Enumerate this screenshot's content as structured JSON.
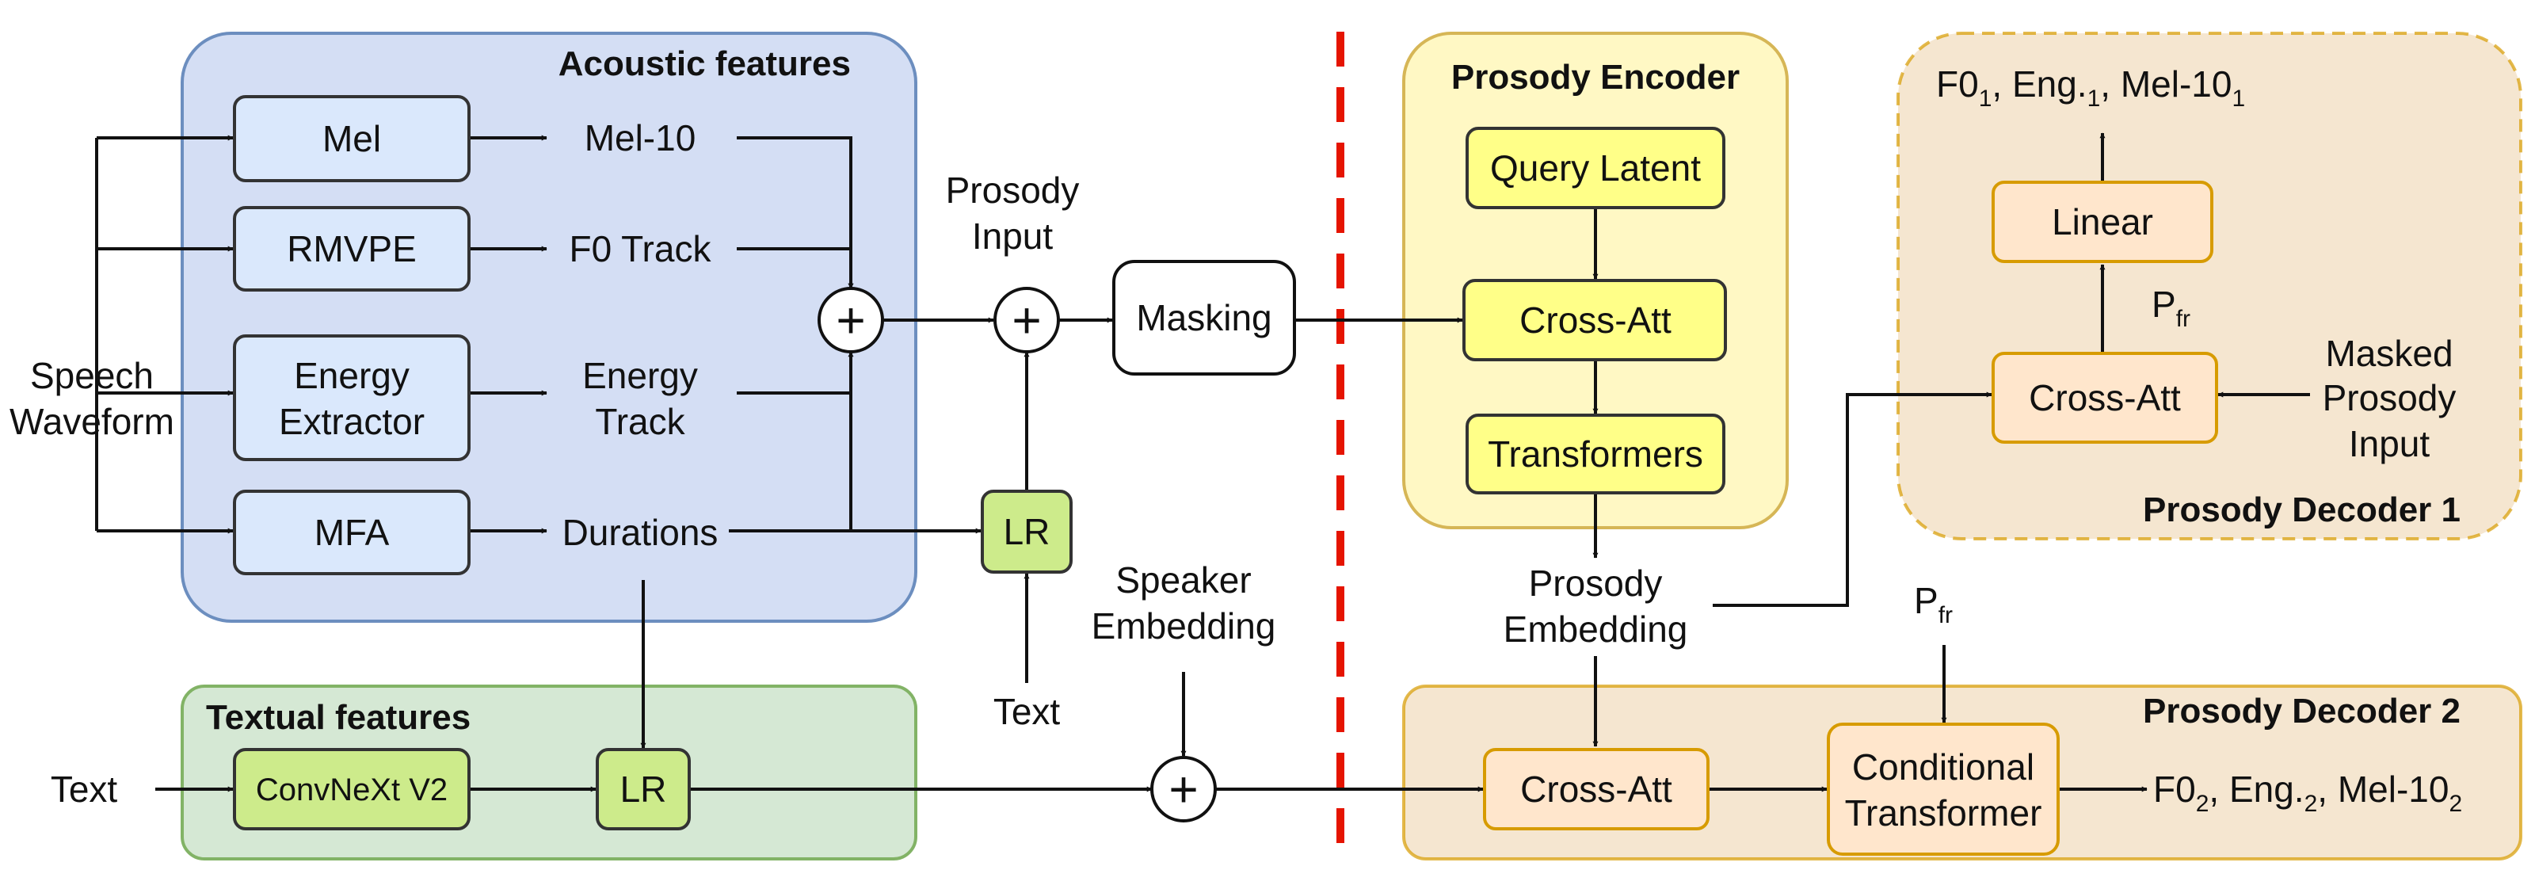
{
  "groups": {
    "acoustic": {
      "title": "Acoustic features"
    },
    "textual": {
      "title": "Textual features"
    },
    "encoder": {
      "title": "Prosody Encoder"
    },
    "decoder1": {
      "title": "Prosody Decoder 1"
    },
    "decoder2": {
      "title": "Prosody Decoder 2"
    }
  },
  "inputs": {
    "speech_line1": "Speech",
    "speech_line2": "Waveform",
    "text_left": "Text",
    "text_lr": "Text",
    "prosody_input_line1": "Prosody",
    "prosody_input_line2": "Input",
    "speaker_line1": "Speaker",
    "speaker_line2": "Embedding",
    "masked_line1": "Masked",
    "masked_line2": "Prosody",
    "masked_line3": "Input"
  },
  "nodes": {
    "mel": "Mel",
    "rmvpe": "RMVPE",
    "energy_extractor_line1": "Energy",
    "energy_extractor_line2": "Extractor",
    "mfa": "MFA",
    "mel10": "Mel-10",
    "f0_track": "F0 Track",
    "energy_track_line1": "Energy",
    "energy_track_line2": "Track",
    "durations": "Durations",
    "lr_acoustic": "LR",
    "masking": "Masking",
    "convnext": "ConvNeXt V2",
    "lr_textual": "LR",
    "query_latent": "Query Latent",
    "cross_att_encoder": "Cross-Att",
    "transformers": "Transformers",
    "prosody_emb_line1": "Prosody",
    "prosody_emb_line2": "Embedding",
    "cross_att_dec1": "Cross-Att",
    "linear": "Linear",
    "cross_att_dec2": "Cross-Att",
    "cond_line1": "Conditional",
    "cond_line2": "Transformer"
  },
  "operators": {
    "sum_symbol": "+"
  },
  "labels": {
    "pfr_main": "P",
    "pfr_sub": "fr"
  },
  "outputs": {
    "dec1": {
      "f0": "F0",
      "f0_sub": "1",
      "eng": "Eng.",
      "eng_sub": "1",
      "mel": "Mel-10",
      "mel_sub": "1",
      "sep": ", "
    },
    "dec2": {
      "f0": "F0",
      "f0_sub": "2",
      "eng": "Eng.",
      "eng_sub": "2",
      "mel": "Mel-10",
      "mel_sub": "2",
      "sep": ", "
    }
  },
  "colors": {
    "acoustic_fill": "#d4def4",
    "acoustic_stroke": "#6c8ebf",
    "node_blue": "#dae8fc",
    "textual_fill": "#d5e8d4",
    "textual_stroke": "#82b366",
    "node_green": "#cdeb8b",
    "encoder_fill": "#fff8c4",
    "encoder_stroke": "#d6b656",
    "node_yellow": "#ffff88",
    "decoder_fill": "#f5e6d0",
    "decoder_stroke": "#d79b00",
    "node_orange": "#ffe6cc",
    "divider": "#e51400"
  }
}
